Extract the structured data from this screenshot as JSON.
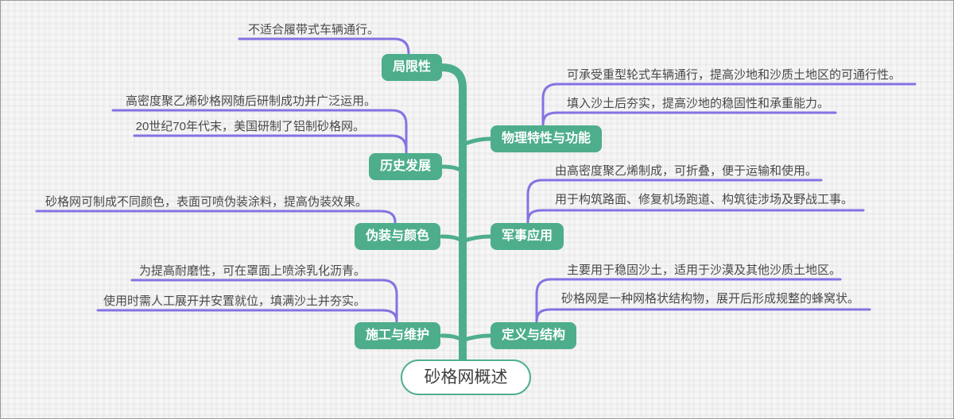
{
  "canvas": {
    "background_color": "#f6f6f6",
    "border_color": "#9a9a9a"
  },
  "colors": {
    "node_green": "#4eae8c",
    "connector_purple": "#8373e2",
    "leaf_text": "#4a4a4a",
    "node_text": "#ffffff",
    "root_text": "#3e3e3e",
    "root_background": "#ffffff"
  },
  "mindmap": {
    "root": {
      "label": "砂格网概述"
    },
    "branches": [
      {
        "label": "局限性",
        "side": "left",
        "leaves": [
          "不适合履带式车辆通行。"
        ]
      },
      {
        "label": "历史发展",
        "side": "left",
        "leaves": [
          "高密度聚乙烯砂格网随后研制成功并广泛运用。",
          "20世纪70年代末，美国研制了铝制砂格网。"
        ]
      },
      {
        "label": "伪装与颜色",
        "side": "left",
        "leaves": [
          "砂格网可制成不同颜色，表面可喷伪装涂料，提高伪装效果。"
        ]
      },
      {
        "label": "施工与维护",
        "side": "left",
        "leaves": [
          "为提高耐磨性，可在罩面上喷涂乳化沥青。",
          "使用时需人工展开并安置就位，填满沙土并夯实。"
        ]
      },
      {
        "label": "物理特性与功能",
        "side": "right",
        "leaves": [
          "可承受重型轮式车辆通行，提高沙地和沙质土地区的可通行性。",
          "填入沙土后夯实，提高沙地的稳固性和承重能力。"
        ]
      },
      {
        "label": "军事应用",
        "side": "right",
        "leaves": [
          "由高密度聚乙烯制成，可折叠，便于运输和使用。",
          "用于构筑路面、修复机场跑道、构筑徒涉场及野战工事。"
        ]
      },
      {
        "label": "定义与结构",
        "side": "right",
        "leaves": [
          "主要用于稳固沙土，适用于沙漠及其他沙质土地区。",
          "砂格网是一种网格状结构物，展开后形成规整的蜂窝状。"
        ]
      }
    ]
  }
}
